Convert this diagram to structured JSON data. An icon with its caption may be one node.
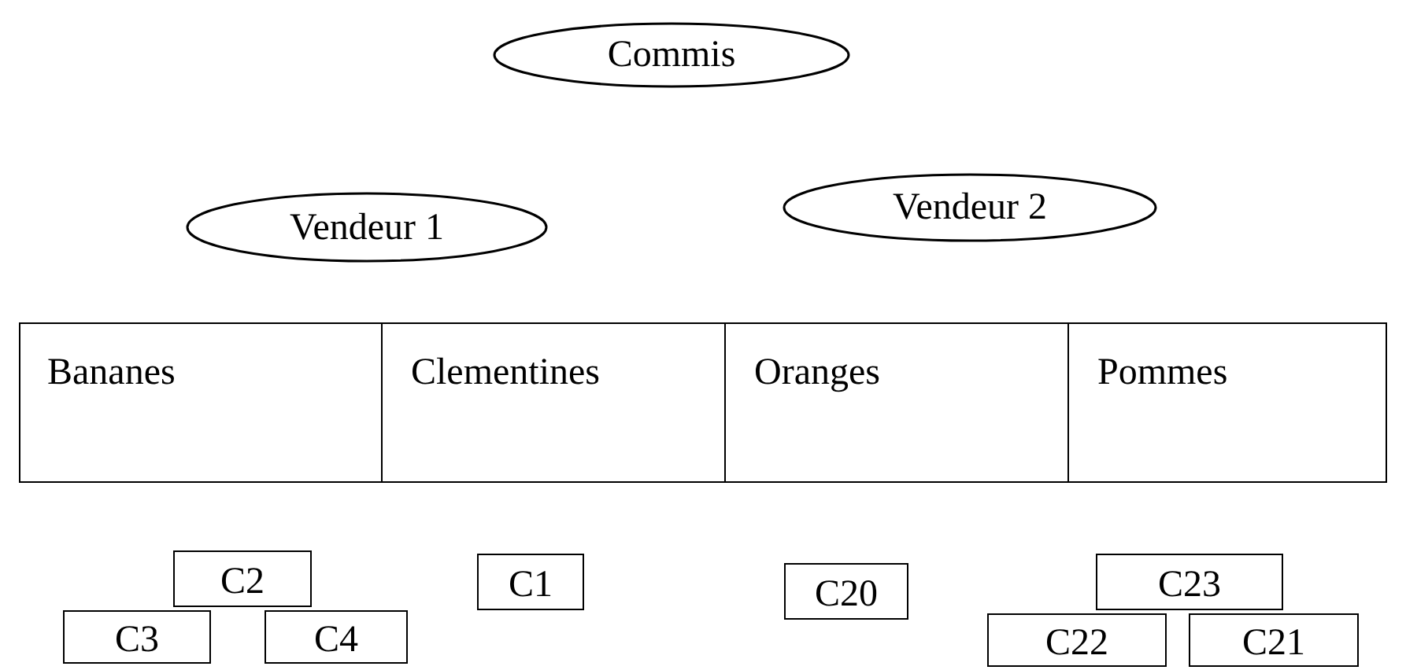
{
  "diagram": {
    "nodes": [
      {
        "text": [
          "Commis"
        ]
      },
      {
        "text": [
          "Vendeur 1"
        ]
      },
      {
        "text": [
          "Vendeur 2"
        ]
      },
      {
        "text": [
          "Bananes"
        ]
      },
      {
        "text": [
          "Clementines"
        ]
      },
      {
        "text": [
          "Oranges"
        ]
      },
      {
        "text": [
          "Pommes"
        ]
      },
      {
        "text": [
          "C2"
        ]
      },
      {
        "text": [
          "C3"
        ]
      },
      {
        "text": [
          "C4"
        ]
      },
      {
        "text": [
          "C1"
        ]
      },
      {
        "text": [
          "C20"
        ]
      },
      {
        "text": [
          "C23"
        ]
      },
      {
        "text": [
          "C22"
        ]
      },
      {
        "text": [
          "C21"
        ]
      }
    ]
  }
}
